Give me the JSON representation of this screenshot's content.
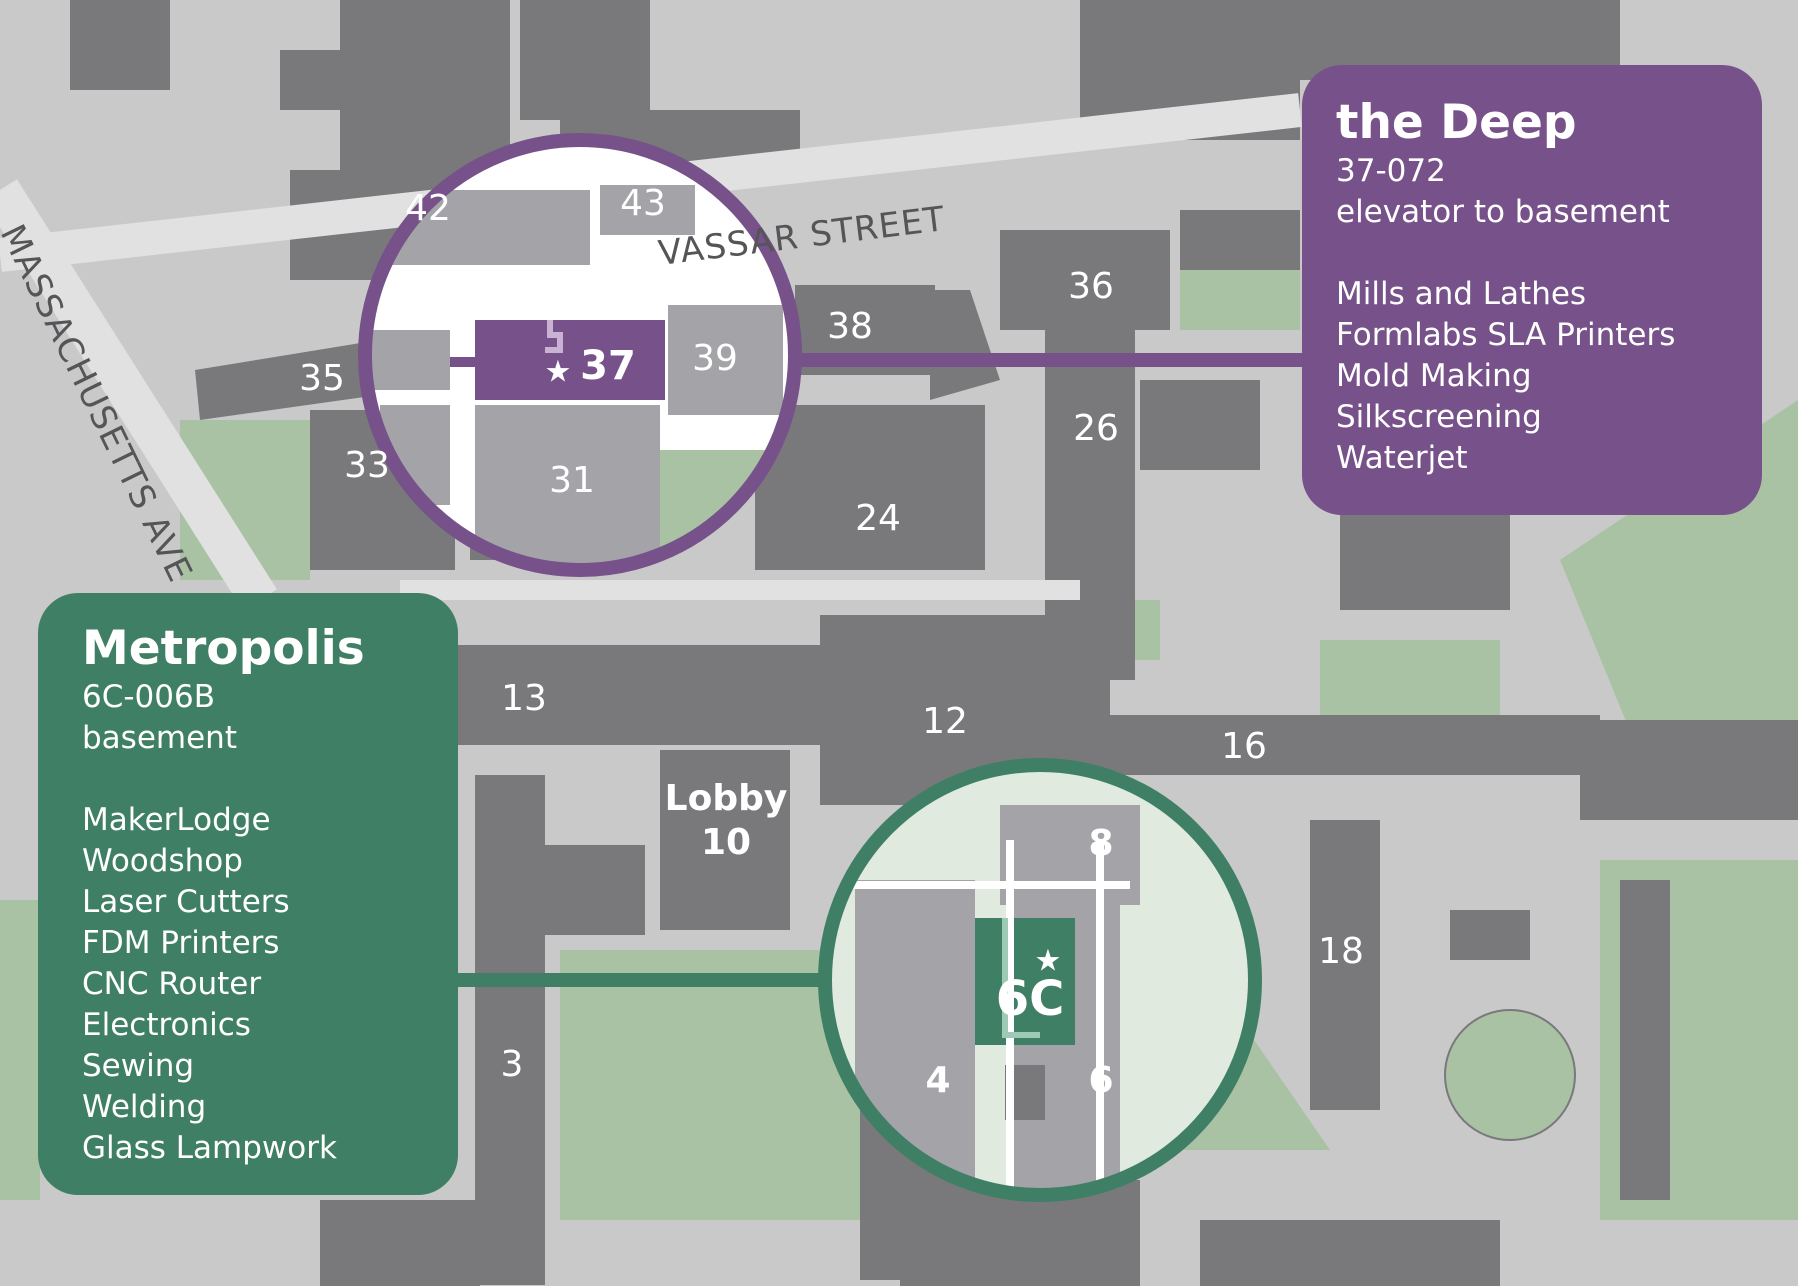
{
  "colors": {
    "background": "#c9c9ca",
    "building": "#79797c",
    "building_light": "#a3a3a8",
    "green_space": "#a9c2a3",
    "deep_purple": "#775189",
    "metropolis_green": "#3f7f66"
  },
  "streets": {
    "vassar": "VASSAR STREET",
    "massachusetts": "MASSACHUSETTS AVE"
  },
  "buildings": {
    "b42": "42",
    "b43": "43",
    "b35": "35",
    "b33": "33",
    "b31": "31",
    "b37": "37",
    "b39": "39",
    "b38": "38",
    "b36": "36",
    "b26": "26",
    "b24": "24",
    "b13": "13",
    "b12": "12",
    "b16": "16",
    "b18": "18",
    "b3": "3",
    "b4": "4",
    "b6": "6",
    "b8": "8",
    "b6c": "6C",
    "lobby_label": "Lobby",
    "lobby_number": "10"
  },
  "deep": {
    "title": "the Deep",
    "room": "37-072",
    "access": "elevator to basement",
    "items": [
      "Mills and Lathes",
      "Formlabs SLA Printers",
      "Mold Making",
      "Silkscreening",
      "Waterjet"
    ]
  },
  "metropolis": {
    "title": "Metropolis",
    "room": "6C-006B",
    "access": "basement",
    "items": [
      "MakerLodge",
      "Woodshop",
      "Laser Cutters",
      "FDM Printers",
      "CNC Router",
      "Electronics",
      "Sewing",
      "Welding",
      "Glass Lampwork"
    ]
  },
  "icons": {
    "location_marker": "star-icon"
  }
}
